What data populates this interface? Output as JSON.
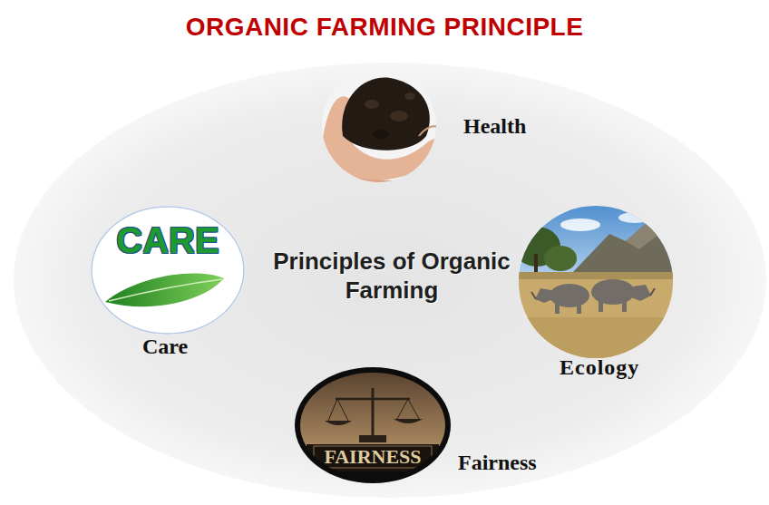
{
  "diagram": {
    "title": "ORGANIC FARMING PRINCIPLE",
    "nodes": [
      {
        "text": [
          "Principles of Organic Farming"
        ]
      },
      {
        "text": [
          "Health"
        ],
        "in": 0
      },
      {
        "text": [
          "CARE",
          "Care"
        ],
        "in": 0
      },
      {
        "text": [
          "Ecology"
        ],
        "in": 0
      },
      {
        "text": [
          "FAIRNESS",
          "Fairness"
        ],
        "in": 0
      }
    ],
    "edges": []
  }
}
